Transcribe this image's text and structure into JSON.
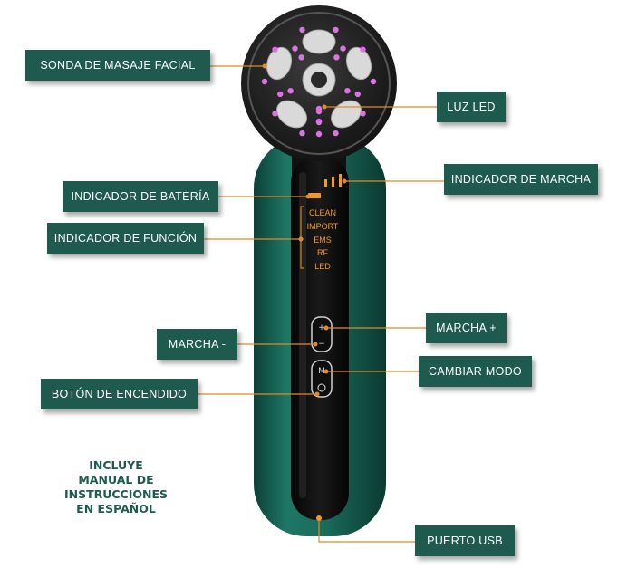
{
  "callouts": {
    "sonda": "SONDA DE MASAJE FACIAL",
    "luz_led": "LUZ LED",
    "ind_marcha": "INDICADOR DE MARCHA",
    "ind_bateria": "INDICADOR DE BATERÍA",
    "ind_funcion": "INDICADOR DE FUNCIÓN",
    "marcha_minus": "MARCHA -",
    "marcha_plus": "MARCHA +",
    "cambiar_modo": "CAMBIAR MODO",
    "boton_encendido": "BOTÓN DE ENCENDIDO",
    "puerto_usb": "PUERTO USB"
  },
  "device_labels": [
    "CLEAN",
    "IMPORT",
    "EMS",
    "RF",
    "LED"
  ],
  "note": [
    "INCLUYE",
    "MANUAL DE",
    "INSTRUCCIONES",
    "EN ESPAÑOL"
  ],
  "colors": {
    "callout_bg": "#1f5a4f",
    "callout_text": "#ffffff",
    "leader_line": "#e08a2c",
    "device_body": "#1d6a5a",
    "led_light": "#e070e8",
    "indicator": "#f39b20"
  }
}
